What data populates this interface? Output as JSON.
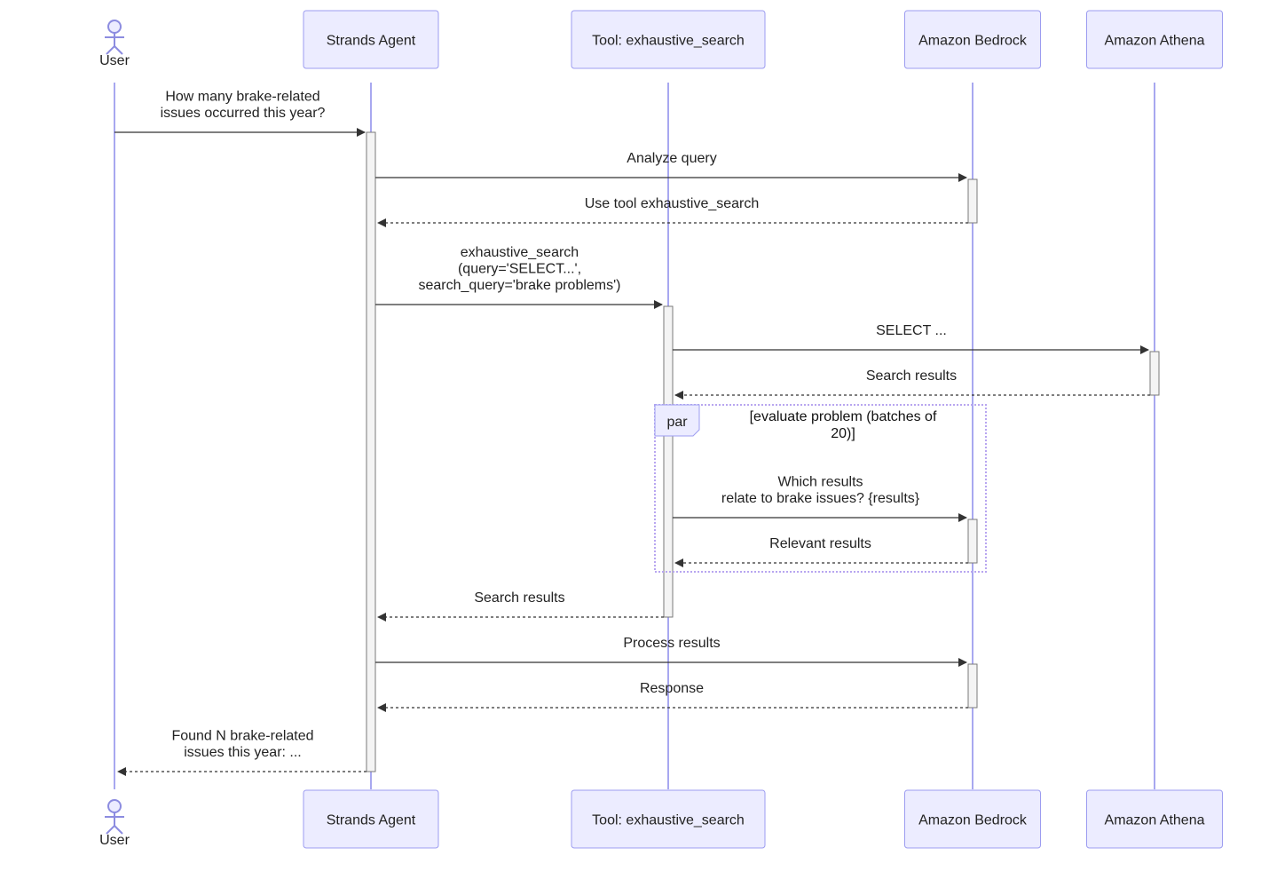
{
  "participants": [
    {
      "id": "user",
      "label": "User",
      "kind": "actor"
    },
    {
      "id": "agent",
      "label": "Strands Agent",
      "kind": "box"
    },
    {
      "id": "tool",
      "label": "Tool: exhaustive_search",
      "kind": "box"
    },
    {
      "id": "bedrock",
      "label": "Amazon Bedrock",
      "kind": "box"
    },
    {
      "id": "athena",
      "label": "Amazon Athena",
      "kind": "box"
    }
  ],
  "messages": [
    {
      "from": "user",
      "to": "agent",
      "style": "solid",
      "lines": [
        "How many brake-related",
        "issues occurred this year?"
      ]
    },
    {
      "from": "agent",
      "to": "bedrock",
      "style": "solid",
      "lines": [
        "Analyze query"
      ]
    },
    {
      "from": "bedrock",
      "to": "agent",
      "style": "dashed",
      "lines": [
        "Use tool exhaustive_search"
      ]
    },
    {
      "from": "agent",
      "to": "tool",
      "style": "solid",
      "lines": [
        "exhaustive_search",
        "(query='SELECT...',",
        "search_query='brake problems')"
      ]
    },
    {
      "from": "tool",
      "to": "athena",
      "style": "solid",
      "lines": [
        "SELECT ..."
      ]
    },
    {
      "from": "athena",
      "to": "tool",
      "style": "dashed",
      "lines": [
        "Search results"
      ]
    },
    {
      "from": "tool",
      "to": "bedrock",
      "style": "solid",
      "lines": [
        "Which results",
        "relate to brake issues? {results}"
      ]
    },
    {
      "from": "bedrock",
      "to": "tool",
      "style": "dashed",
      "lines": [
        "Relevant results"
      ]
    },
    {
      "from": "tool",
      "to": "agent",
      "style": "dashed",
      "lines": [
        "Search results"
      ]
    },
    {
      "from": "agent",
      "to": "bedrock",
      "style": "solid",
      "lines": [
        "Process results"
      ]
    },
    {
      "from": "bedrock",
      "to": "agent",
      "style": "dashed",
      "lines": [
        "Response"
      ]
    },
    {
      "from": "agent",
      "to": "user",
      "style": "dashed",
      "lines": [
        "Found N brake-related",
        "issues this year: ..."
      ]
    }
  ],
  "frame": {
    "kind": "par",
    "condition_lines": [
      "[evaluate problem (batches of",
      "20)]"
    ]
  },
  "colors": {
    "participant_fill": "#ECECFF",
    "participant_stroke": "#9C9CF0",
    "lifeline": "#A8A8F0",
    "activation_fill": "#F4F4F4",
    "frame_stroke": "#B8A6F0"
  }
}
